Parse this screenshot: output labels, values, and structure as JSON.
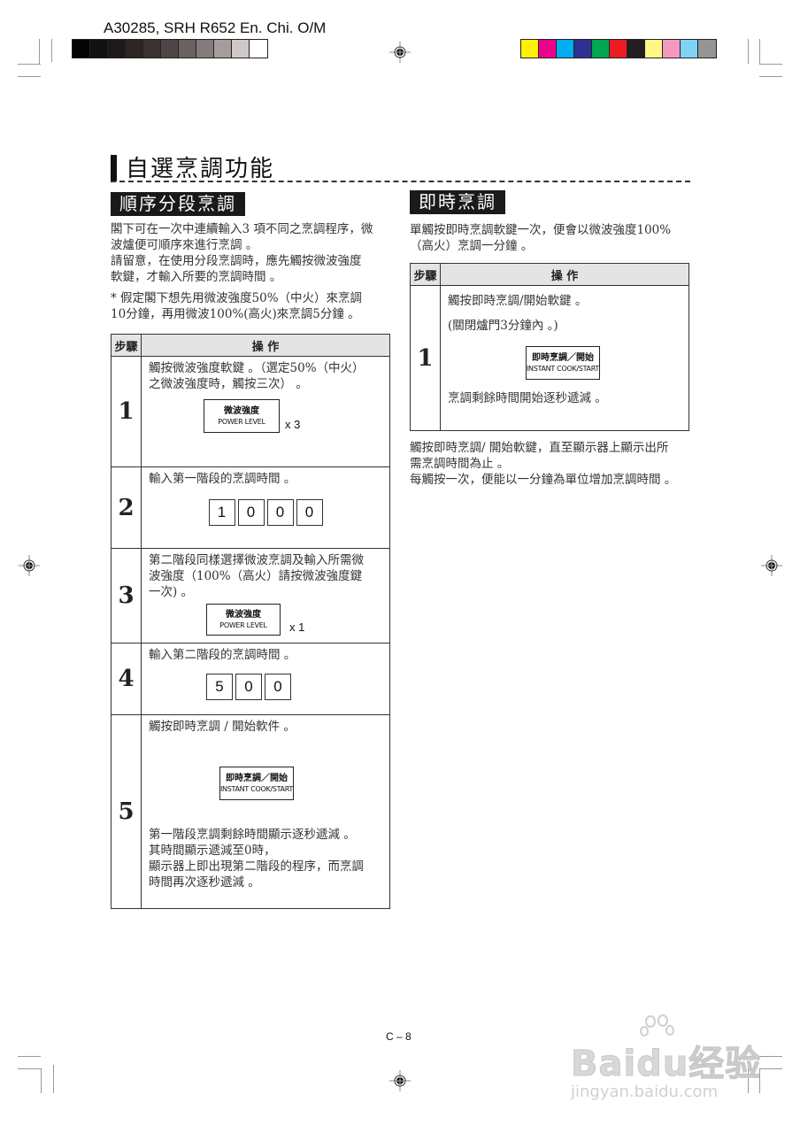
{
  "header": {
    "doc_code": "A30285, SRH R652 En. Chi. O/M",
    "gray_swatches": [
      "#050505",
      "#121010",
      "#1e1a19",
      "#2b2524",
      "#3a3231",
      "#4e4644",
      "#6a6160",
      "#847b7a",
      "#a59d9c",
      "#cfc8c7",
      "#ffffff"
    ],
    "color_swatches": [
      "#fff200",
      "#ec008c",
      "#00aeef",
      "#2e3192",
      "#00a651",
      "#ed1c24",
      "#231f20",
      "#fff685",
      "#f49ac1",
      "#7fd3f7",
      "#959595"
    ]
  },
  "page": {
    "main_title": "自選烹調功能",
    "page_number": "C – 8"
  },
  "left_section": {
    "label": "順序分段烹調",
    "intro": [
      "閣下可在一次中連續輸入3 項不同之烹調程序，微",
      "波爐便可順序來進行烹調 。",
      "請留意，在使用分段烹調時，應先觸按微波強度",
      "軟鍵，才輸入所要的烹調時間 。"
    ],
    "example": [
      "*  假定閣下想先用微波強度50%（中火）來烹調",
      "10分鐘，再用微波100%(高火)來烹調5分鐘 。"
    ],
    "table": {
      "col_step": "步驟",
      "col_op": "操  作",
      "rows": [
        {
          "step": "1",
          "text": [
            "觸按微波強度軟鍵 。（選定50%（中火）",
            "之微波強度時，觸按三次） 。"
          ],
          "key_zh": "微波強度",
          "key_en": "POWER LEVEL",
          "multiplier": "x 3"
        },
        {
          "step": "2",
          "text": [
            "輸入第一階段的烹調時間 。"
          ],
          "digits": [
            "1",
            "0",
            "0",
            "0"
          ]
        },
        {
          "step": "3",
          "text": [
            "第二階段同樣選擇微波烹調及輸入所需微",
            "波強度（100%（高火）請按微波強度鍵",
            "一次) 。"
          ],
          "key_zh": "微波強度",
          "key_en": "POWER LEVEL",
          "multiplier": "x 1"
        },
        {
          "step": "4",
          "text": [
            "輸入第二階段的烹調時間 。"
          ],
          "digits": [
            "5",
            "0",
            "0"
          ]
        },
        {
          "step": "5",
          "text": [
            "觸按即時烹調 / 開始軟件 。"
          ],
          "key_zh": "即時烹調／開始",
          "key_en": "INSTANT COOK/START",
          "after": [
            "第一階段烹調剩餘時間顯示逐秒遞減 。",
            "其時間顯示遞減至0時，",
            "顯示器上即出現第二階段的程序，而烹調",
            "時間再次逐秒遞減 。"
          ]
        }
      ]
    }
  },
  "right_section": {
    "label": "即時烹調",
    "intro": [
      "單觸按即時烹調軟鍵一次，便會以微波強度100%",
      "（高火）烹調一分鐘 。"
    ],
    "table": {
      "col_step": "步驟",
      "col_op": "操  作",
      "rows": [
        {
          "step": "1",
          "line1": "觸按即時烹調/開始軟鍵 。",
          "line2": "(關閉爐門3分鐘內 。)",
          "key_zh": "即時烹調／開始",
          "key_en": "INSTANT COOK/START",
          "after": "烹調剩餘時間開始逐秒遞減 。"
        }
      ]
    },
    "notes": [
      "觸按即時烹調/ 開始軟鍵，直至顯示器上顯示出所",
      "需烹調時間為止 。",
      "每觸按一次，便能以一分鐘為單位增加烹調時間 。"
    ]
  },
  "watermark": {
    "brand": "Baidu经验",
    "url": "jingyan.baidu.com"
  }
}
